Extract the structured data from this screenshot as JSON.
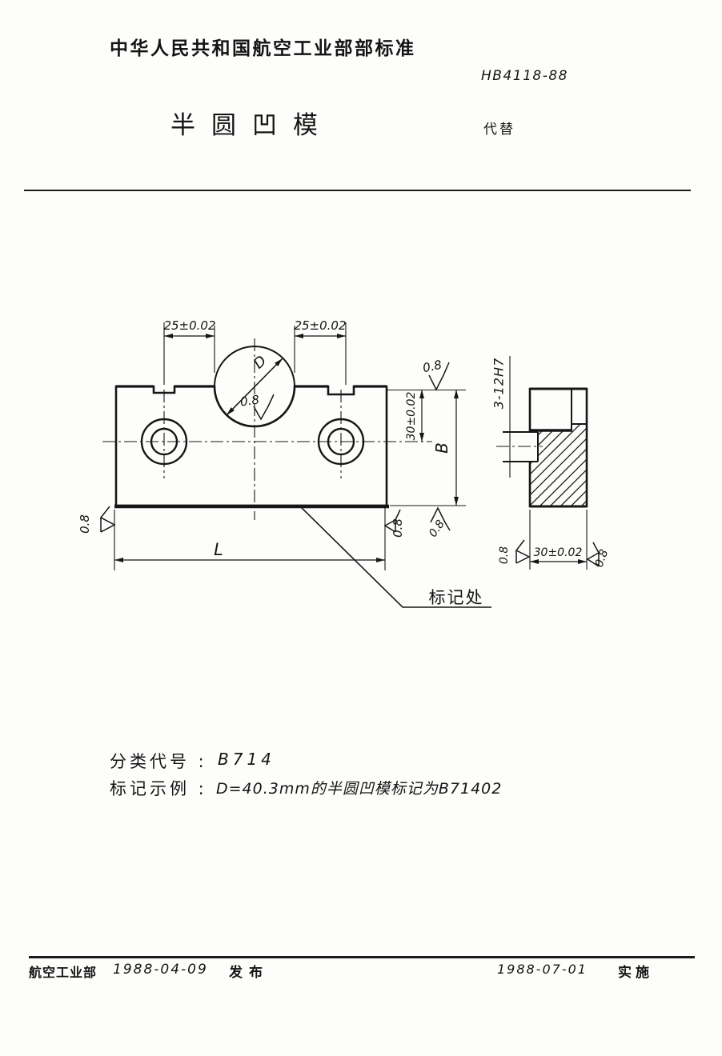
{
  "header": {
    "ministry_title": "中华人民共和国航空工业部部标准",
    "standard_no": "HB4118-88",
    "title": "半圆凹模",
    "supersedes": "代替"
  },
  "drawing": {
    "front_view": {
      "dim_left_offset": "25±0.02",
      "dim_right_offset": "25±0.02",
      "diameter_label": "D",
      "cavity_roughness": "0.8",
      "top_roughness": "0.8",
      "dim_center_height": "30±0.02",
      "height_label": "B",
      "bottom_roughness": "0.8",
      "left_roughness": "0.8",
      "right_roughness": "0.8",
      "length_label": "L",
      "mark_location_label": "标记处"
    },
    "side_view": {
      "holes_label": "3-12H7",
      "dim_thickness": "30±0.02",
      "left_roughness": "0.8",
      "right_roughness": "0.8"
    }
  },
  "notes": {
    "classification_label": "分类代号 :",
    "classification_value": "B714",
    "example_label": "标记示例 :",
    "example_value": "D=40.3mm的半圆凹模标记为B71402"
  },
  "footer": {
    "org": "航空工业部",
    "issue_date": "1988-04-09",
    "issue_label": "发布",
    "impl_date": "1988-07-01",
    "impl_label": "实施"
  }
}
